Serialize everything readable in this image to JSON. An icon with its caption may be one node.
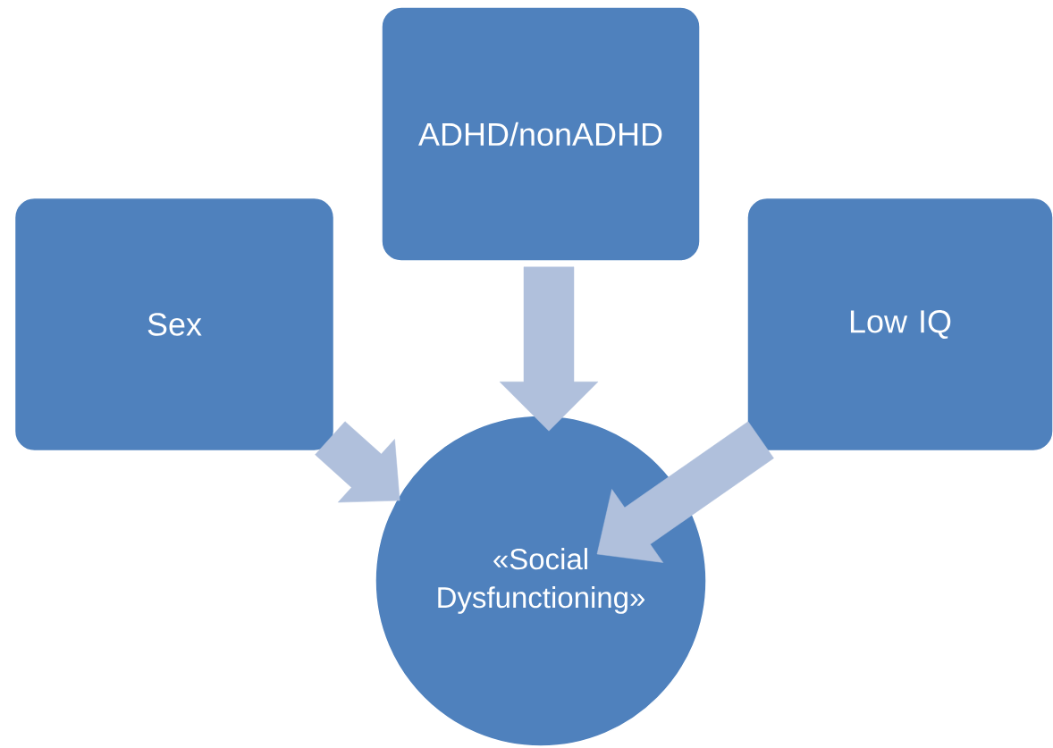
{
  "diagram": {
    "nodes": [
      {
        "text": [
          "ADHD/nonADHD"
        ]
      },
      {
        "text": [
          "Sex"
        ]
      },
      {
        "text": [
          "Low IQ"
        ]
      },
      {
        "text": [
          "«Social Dysfunctioning»"
        ]
      }
    ],
    "edges": [
      {
        "from": 0,
        "to": 3,
        "arrow": "to"
      },
      {
        "from": 1,
        "to": 3,
        "arrow": "to"
      },
      {
        "from": 2,
        "to": 3,
        "arrow": "to"
      }
    ]
  }
}
